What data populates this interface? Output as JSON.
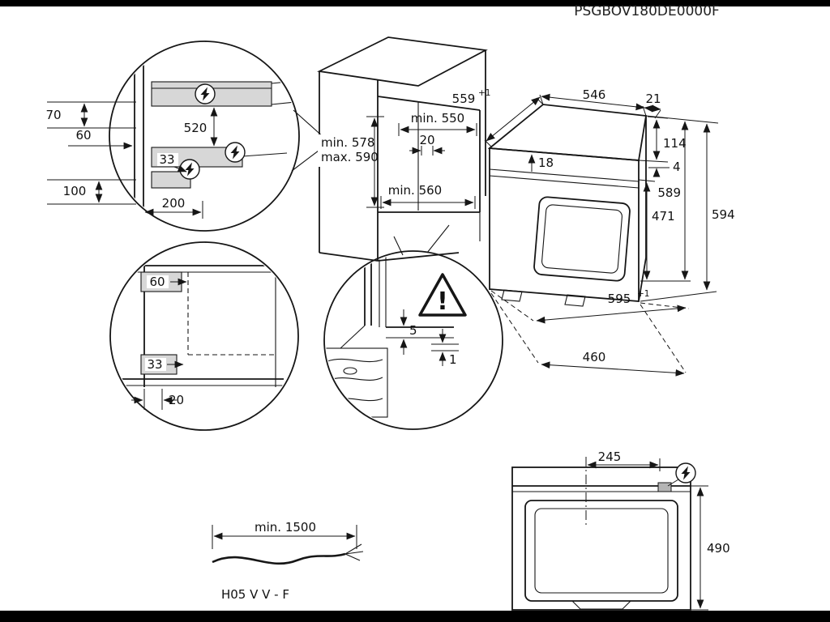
{
  "doc_code": "PSGBOV180DE0000F",
  "colors": {
    "line": "#161616",
    "shade": "#d7d7d7"
  },
  "rail_detail": {
    "d70": "70",
    "d60": "60",
    "d520": "520",
    "d33": "33",
    "d100": "100",
    "d200": "200"
  },
  "corner_detail": {
    "d60": "60",
    "d33": "33",
    "d20": "20"
  },
  "cabinet": {
    "niche_width": "min. 550",
    "rear_gap": "20",
    "height_min": "min. 578",
    "height_max": "max. 590",
    "niche_depth": "min. 560"
  },
  "floor_detail": {
    "gap5": "5",
    "gap1": "1",
    "warning_mark": "!"
  },
  "oven": {
    "w559": "559",
    "w559_tol": "+1",
    "d546": "546",
    "d21": "21",
    "d114": "114",
    "d4": "4",
    "d18": "18",
    "h589": "589",
    "h594": "594",
    "h471": "471",
    "w595": "595",
    "w595_tol": "+1",
    "d460": "460"
  },
  "front_view": {
    "d245": "245",
    "d490": "490"
  },
  "cable": {
    "length_label": "min. 1500",
    "type_label": "H05 V V - F"
  }
}
